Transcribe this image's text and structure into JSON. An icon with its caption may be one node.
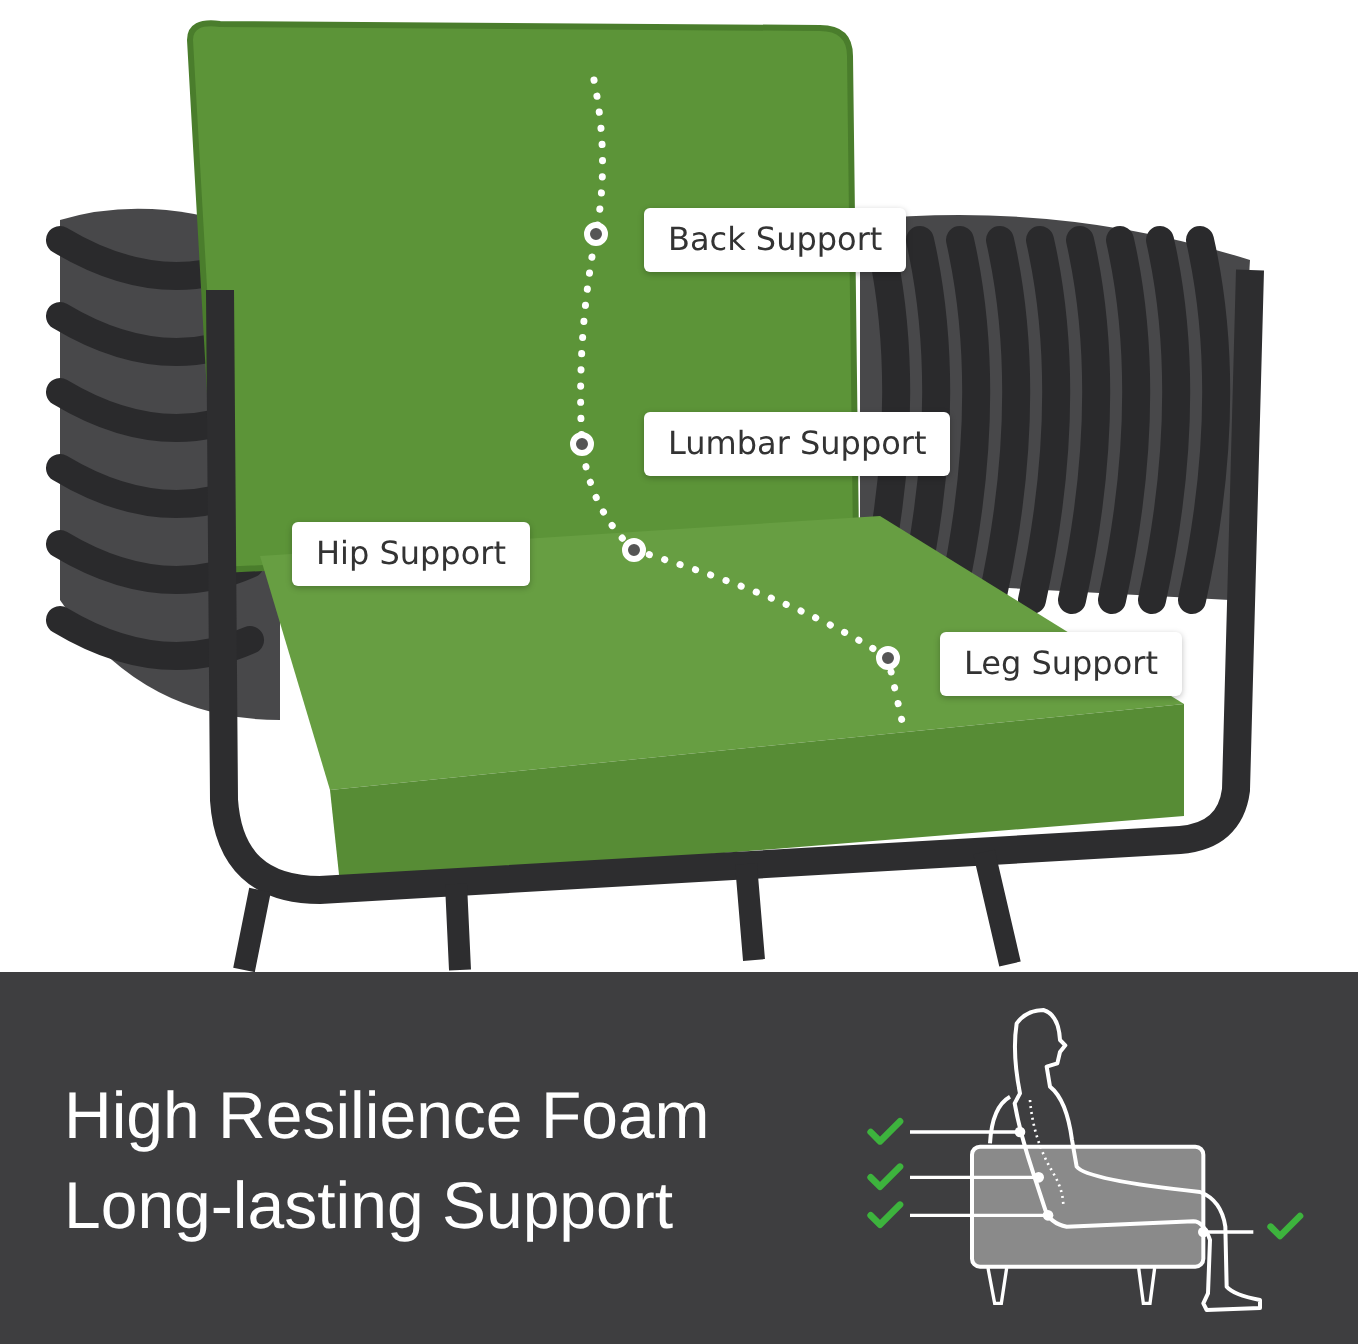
{
  "diagram": {
    "labels": [
      "Back Support",
      "Lumbar Support",
      "Hip Support",
      "Leg Support",
      "High Resilience Foam",
      "Long-lasting Support"
    ]
  }
}
